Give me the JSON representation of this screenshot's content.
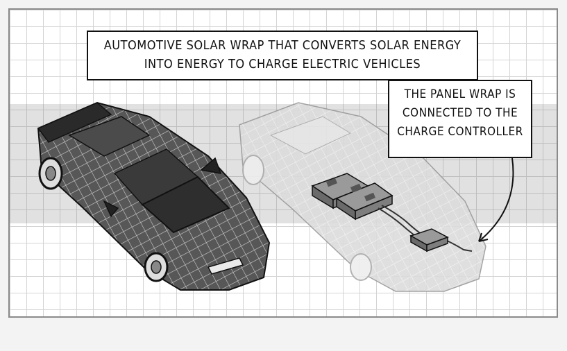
{
  "captions": {
    "main": [
      "AUTOMOTIVE SOLAR WRAP THAT CONVERTS SOLAR ENERGY",
      "INTO ENERGY TO CHARGE ELECTRIC VEHICLES"
    ],
    "side": [
      "THE PANEL WRAP IS",
      "CONNECTED TO THE",
      "CHARGE CONTROLLER"
    ]
  },
  "colors": {
    "background": "#f3f3f3",
    "grid": "#d4d4d4",
    "car_body": "#5a5a5a",
    "ghost_car": "#d0d0d0",
    "caption_border": "#111111"
  }
}
